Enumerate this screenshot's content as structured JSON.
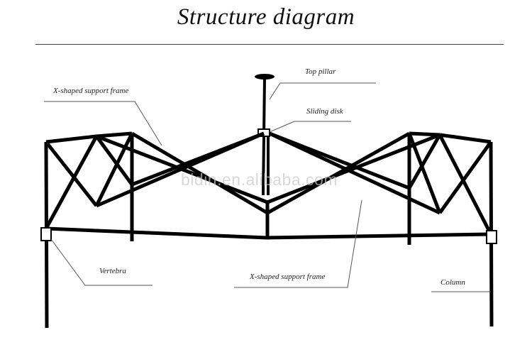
{
  "title": "Structure diagram",
  "watermark": "bidin.en.alibaba.com",
  "labels": {
    "top_pillar": "Top pillar",
    "x_frame_top": "X-shaped support frame",
    "sliding_disk": "Sliding disk",
    "vertebra": "Vertebra",
    "x_frame_bottom": "X-shaped support frame",
    "column": "Column"
  },
  "colors": {
    "frame": "#000000",
    "leader": "#555555",
    "text": "#222222"
  }
}
